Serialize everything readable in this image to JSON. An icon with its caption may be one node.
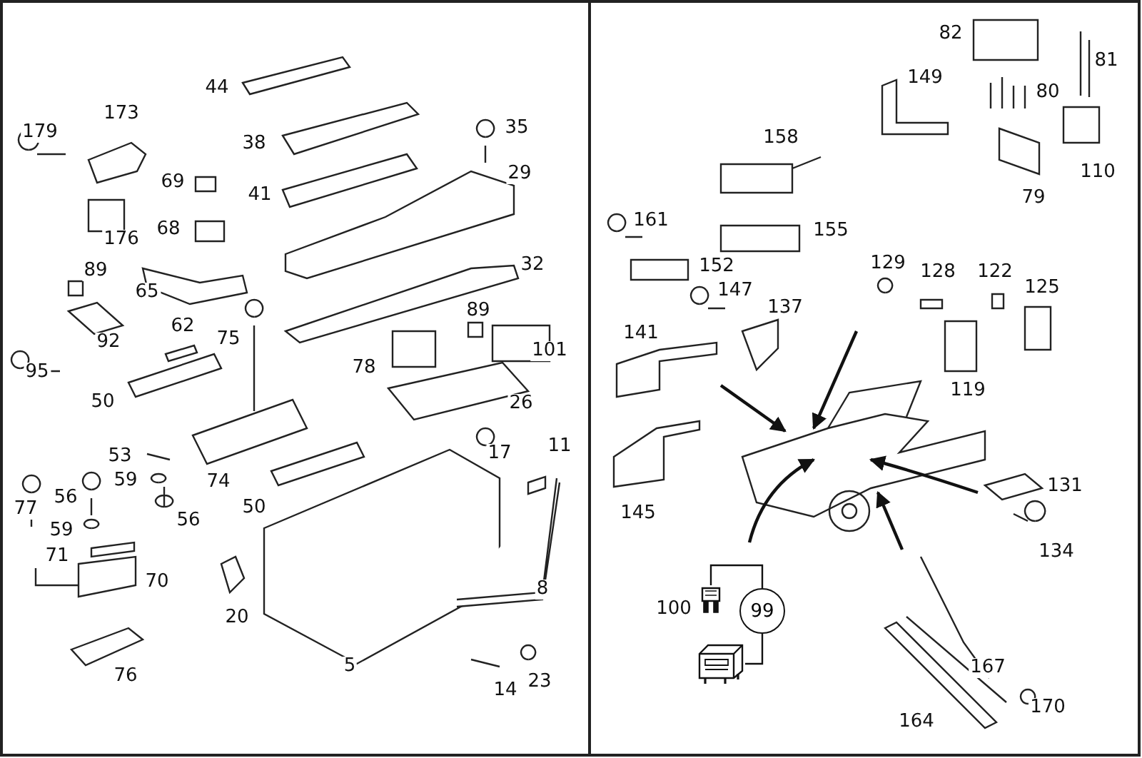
{
  "diagram": {
    "nodes": [
      {
        "text": [
          "99"
        ]
      },
      {
        "text": [],
        "shape": "picture"
      },
      {
        "text": [],
        "shape": "picture"
      }
    ],
    "edges": [
      {
        "from": 0,
        "to": 1,
        "arrow": "none"
      },
      {
        "from": 0,
        "to": 2,
        "arrow": "none"
      }
    ],
    "labels": [
      "44",
      "173",
      "179",
      "38",
      "35",
      "69",
      "41",
      "29",
      "68",
      "176",
      "89",
      "65",
      "32",
      "62",
      "75",
      "92",
      "95",
      "89",
      "78",
      "101",
      "50",
      "26",
      "74",
      "53",
      "59",
      "17",
      "11",
      "56",
      "56",
      "59",
      "77",
      "50",
      "71",
      "70",
      "20",
      "8",
      "5",
      "76",
      "14",
      "23",
      "82",
      "81",
      "149",
      "80",
      "158",
      "110",
      "79",
      "161",
      "155",
      "152",
      "129",
      "128",
      "122",
      "125",
      "147",
      "137",
      "141",
      "119",
      "145",
      "131",
      "134",
      "100",
      "167",
      "164",
      "170"
    ]
  }
}
